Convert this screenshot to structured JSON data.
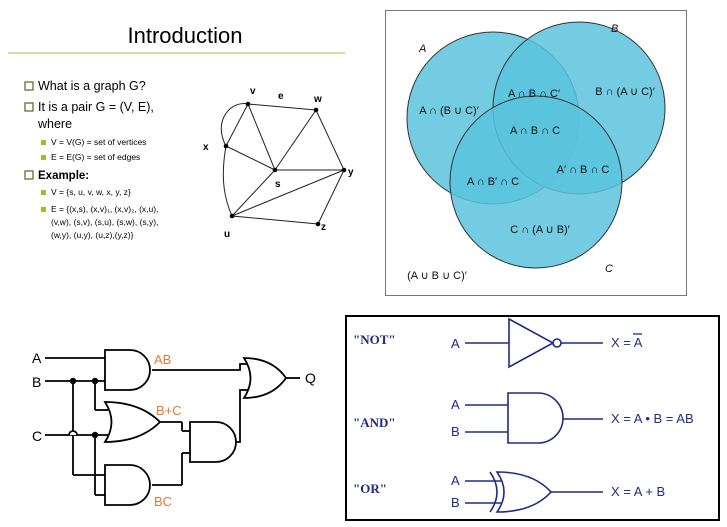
{
  "slide": {
    "title": "Introduction",
    "bullets": [
      "What is a graph G?",
      "It is a pair G = (V, E),",
      "where"
    ],
    "sub_bullets_def": [
      "V = V(G) = set of vertices",
      "E = E(G) = set of edges"
    ],
    "example_label": "Example:",
    "example_items": [
      "V = {s, u, v, w, x, y, z}",
      "E = {(x,s), (x,v)₁, (x,v)₂, (x,u),",
      "(v,w), (s,v), (s,u), (s,w), (s,y),",
      "(w,y), (u,y), (u,z),(y,z)}"
    ],
    "vertex_labels": {
      "v": "v",
      "e": "e",
      "w": "w",
      "x": "x",
      "s": "s",
      "y": "y",
      "u": "u",
      "z": "z"
    }
  },
  "venn": {
    "set_labels": {
      "a": "A",
      "b": "B",
      "c": "C"
    },
    "regions": {
      "a_only": "A ∩ (B ∪ C)′",
      "ab": "A ∩ B ∩ C′",
      "b_only": "B ∩ (A ∪ C)′",
      "abc": "A ∩ B ∩ C",
      "ac": "A ∩ B′ ∩ C",
      "bc": "A′ ∩ B ∩ C",
      "c_only": "C ∩ (A ∪ B)′",
      "outside": "(A ∪ B ∪ C)′"
    },
    "colors": {
      "fill": "#5bc3dd",
      "stroke": "#333333",
      "border": "#555555"
    }
  },
  "circuit": {
    "inputs": [
      "A",
      "B",
      "C"
    ],
    "gate_labels": [
      "AB",
      "B+C",
      "BC"
    ],
    "output": "Q",
    "colors": {
      "label": "#e07b39",
      "wire": "#000000"
    }
  },
  "gates": {
    "rows": [
      {
        "name": "\"NOT\"",
        "inputs": [
          "A"
        ],
        "expression": "X = A"
      },
      {
        "name": "\"AND\"",
        "inputs": [
          "A",
          "B"
        ],
        "expression": "X = A • B = AB"
      },
      {
        "name": "\"OR\"",
        "inputs": [
          "A",
          "B"
        ],
        "expression": "X = A + B"
      }
    ],
    "not_bar_letter": "A",
    "colors": {
      "ink": "#1f2a8a",
      "border": "#000000"
    }
  }
}
